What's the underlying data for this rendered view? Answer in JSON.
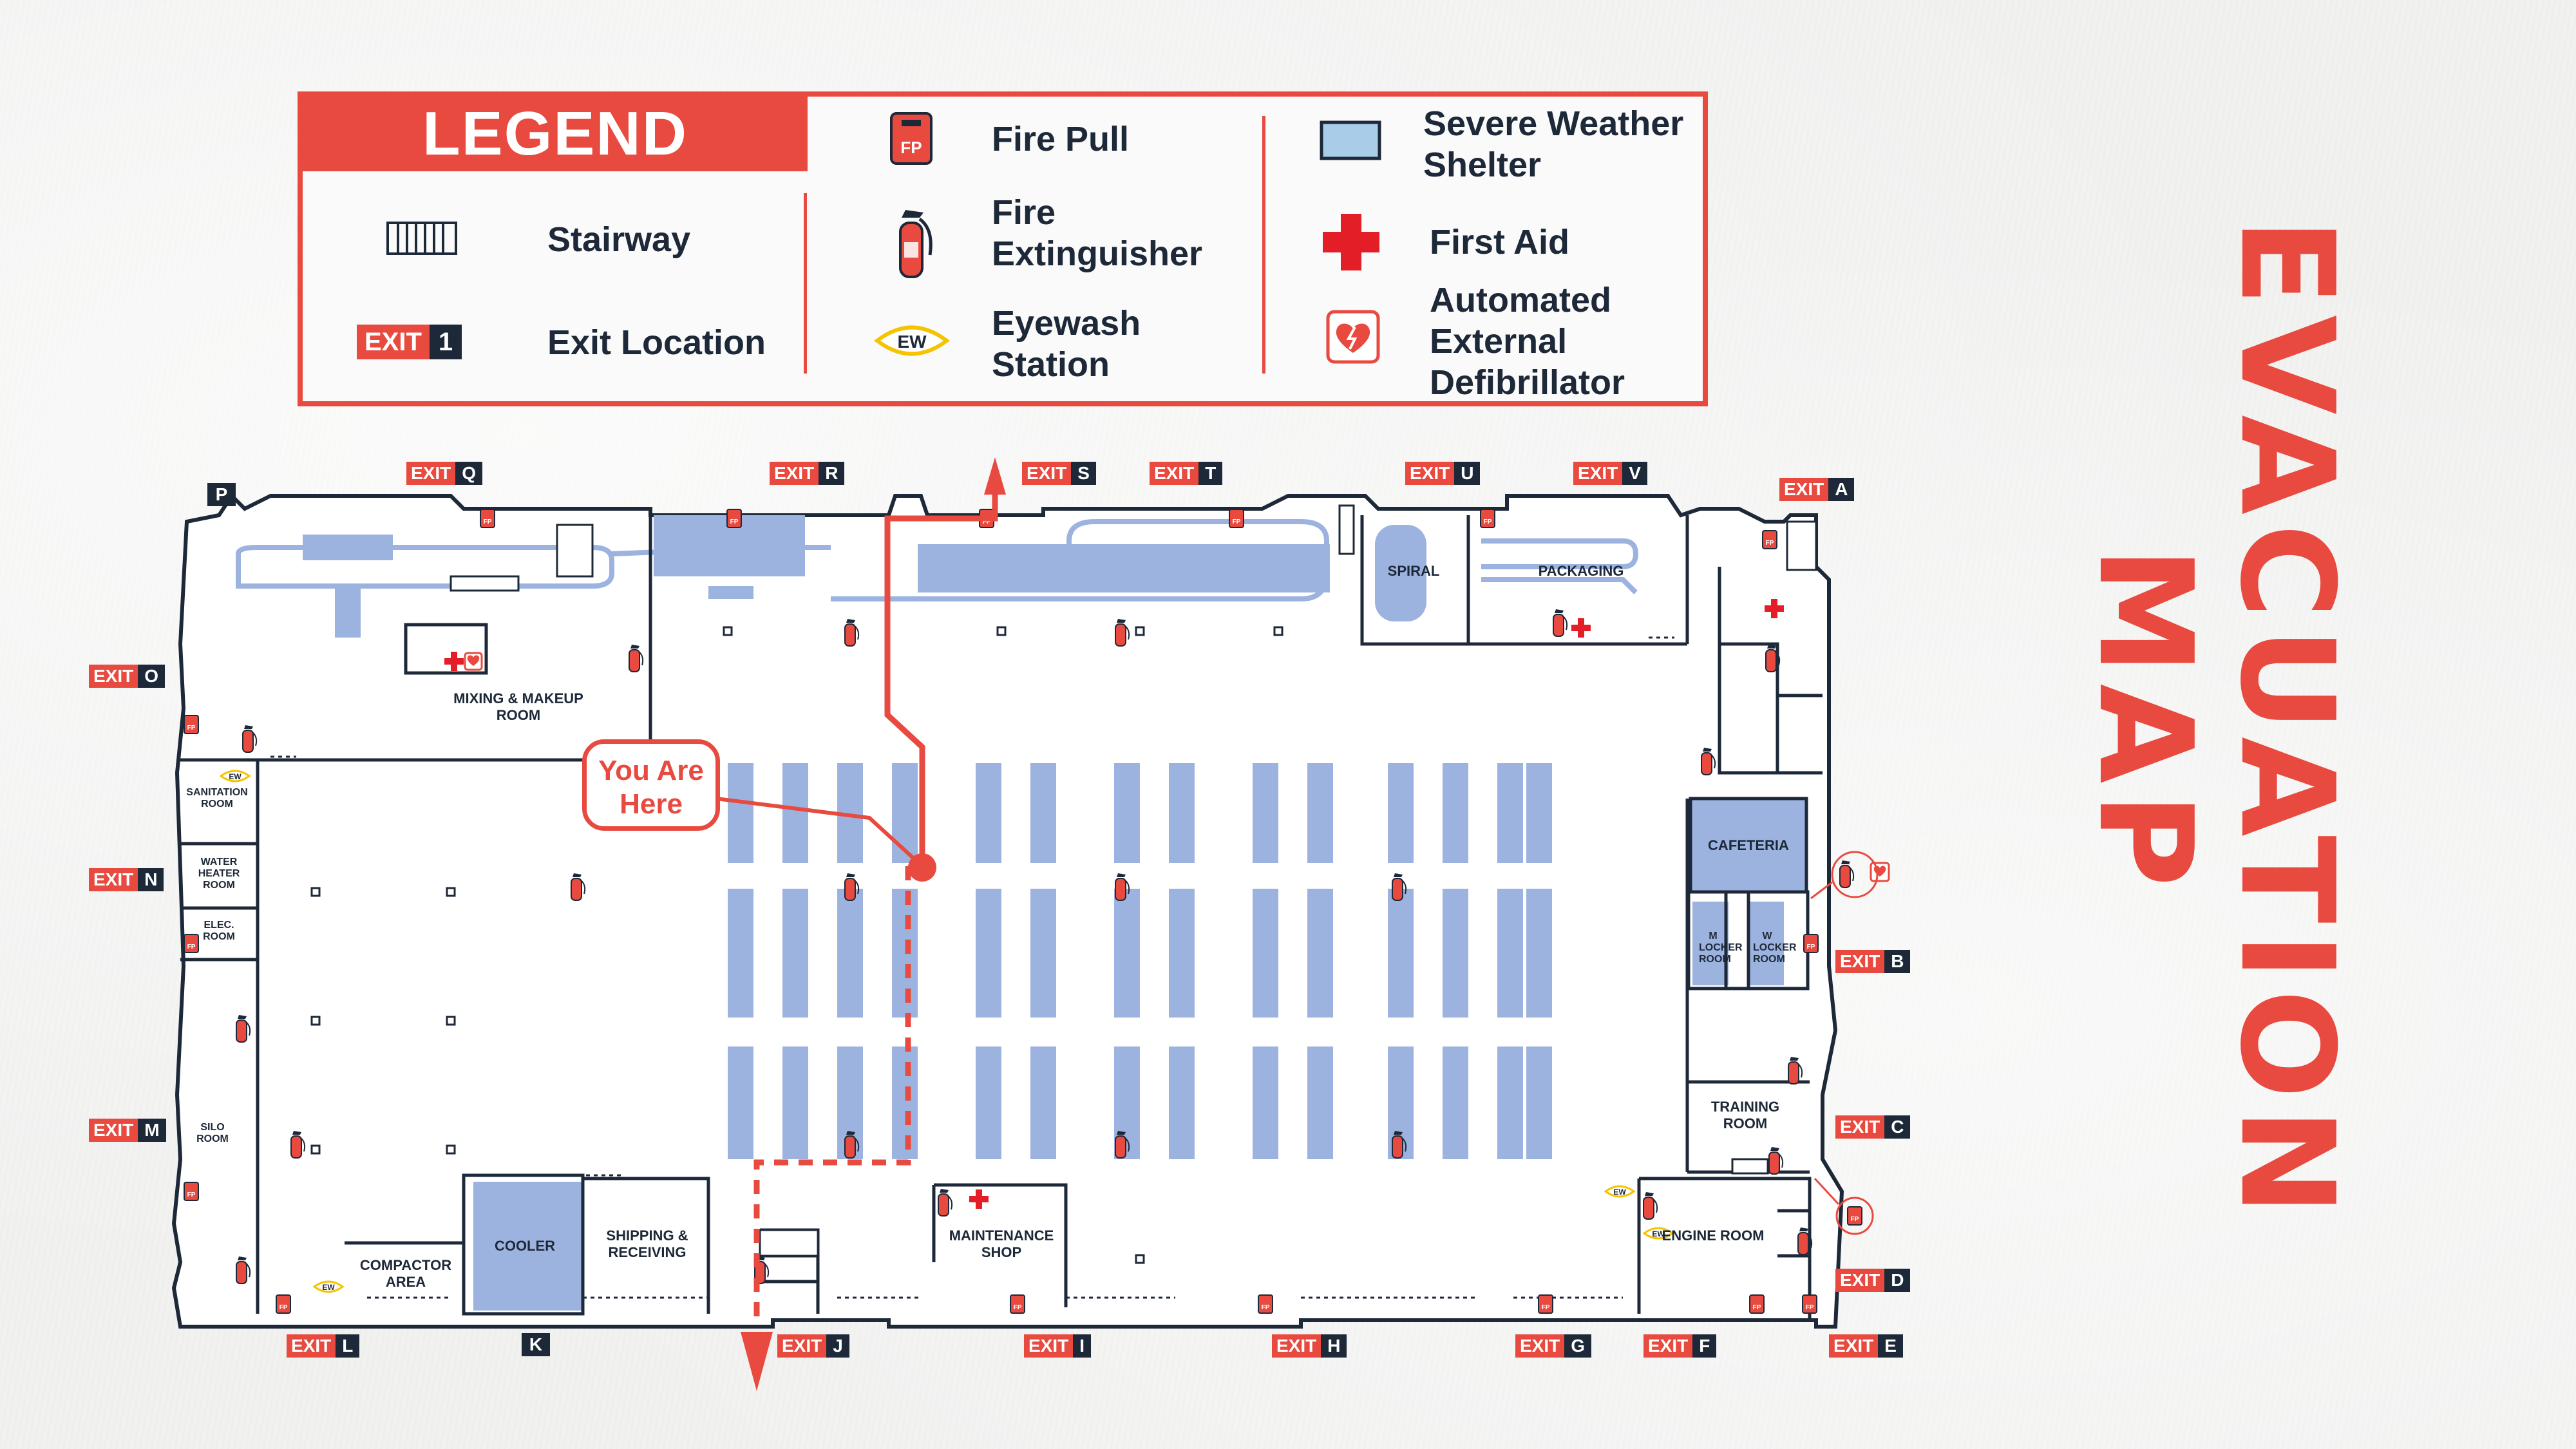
{
  "title": {
    "line1": "EVACUATION",
    "line2": "MAP"
  },
  "legend": {
    "heading": "LEGEND",
    "stairway": "Stairway",
    "exit_location": "Exit Location",
    "exit_sample": {
      "word": "EXIT",
      "num": "1"
    },
    "fire_pull": "Fire Pull",
    "fire_pull_icon_text": "FP",
    "fire_extinguisher": "Fire Extinguisher",
    "eyewash": "Eyewash Station",
    "eyewash_icon_text": "EW",
    "severe_weather": "Severe Weather Shelter",
    "first_aid": "First Aid",
    "aed": "Automated External Defibrillator"
  },
  "you_are_here": "You Are Here",
  "exit_word": "EXIT",
  "exits": [
    "Q",
    "R",
    "S",
    "T",
    "U",
    "V",
    "A",
    "O",
    "N",
    "M",
    "B",
    "C",
    "D",
    "L",
    "J",
    "I",
    "H",
    "G",
    "F",
    "E"
  ],
  "doors": [
    "P",
    "K"
  ],
  "rooms": {
    "mixing": "MIXING & MAKEUP ROOM",
    "spiral": "SPIRAL",
    "packaging": "PACKAGING",
    "cafeteria": "CAFETERIA",
    "m_locker": "M LOCKER ROOM",
    "w_locker": "W LOCKER ROOM",
    "training": "TRAINING ROOM",
    "engine": "ENGINE ROOM",
    "maintenance": "MAINTENANCE SHOP",
    "shipping": "SHIPPING & RECEIVING",
    "cooler": "COOLER",
    "compactor": "COMPACTOR AREA",
    "sanitation": "SANITATION ROOM",
    "water_heater": "WATER HEATER ROOM",
    "elec": "ELEC. ROOM",
    "silo": "SILO ROOM"
  },
  "colors": {
    "accent": "#e84a3f",
    "navy": "#1d2838",
    "shelter": "#9db3df"
  }
}
